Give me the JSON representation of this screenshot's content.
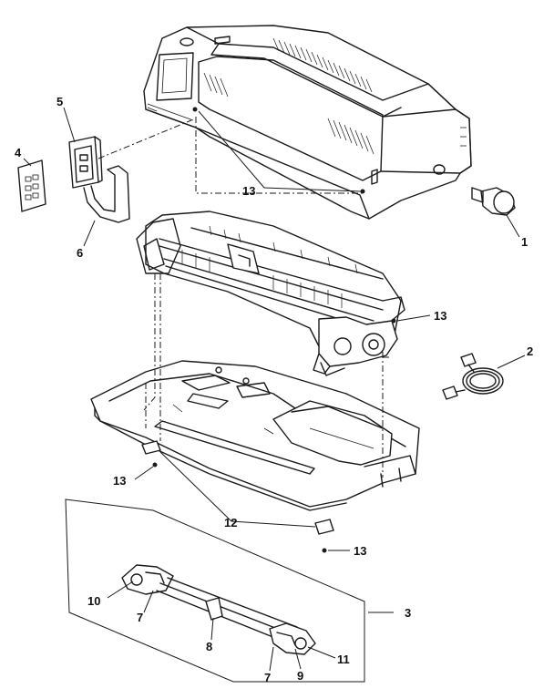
{
  "callouts": [
    {
      "id": "c1",
      "text": "1"
    },
    {
      "id": "c2",
      "text": "2"
    },
    {
      "id": "c3",
      "text": "3"
    },
    {
      "id": "c4",
      "text": "4"
    },
    {
      "id": "c5",
      "text": "5"
    },
    {
      "id": "c6",
      "text": "6"
    },
    {
      "id": "c7a",
      "text": "7"
    },
    {
      "id": "c7b",
      "text": "7"
    },
    {
      "id": "c8",
      "text": "8"
    },
    {
      "id": "c9",
      "text": "9"
    },
    {
      "id": "c10",
      "text": "10"
    },
    {
      "id": "c11",
      "text": "11"
    },
    {
      "id": "c12",
      "text": "12"
    },
    {
      "id": "c13a",
      "text": "13"
    },
    {
      "id": "c13b",
      "text": "13"
    },
    {
      "id": "c13c",
      "text": "13"
    },
    {
      "id": "c13d",
      "text": "13"
    }
  ]
}
